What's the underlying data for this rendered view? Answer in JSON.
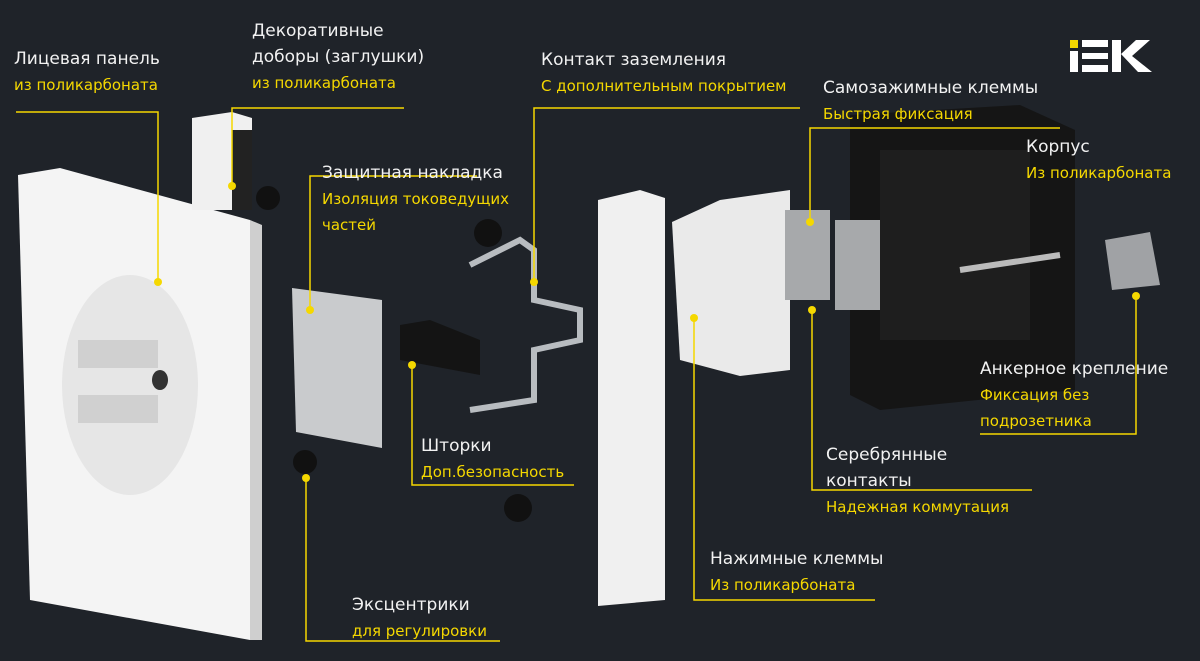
{
  "logo": {
    "text": "IEK",
    "accent": "#f5d800"
  },
  "colors": {
    "background": "#1f2329",
    "accent": "#f5d800",
    "text": "#f2f2f2"
  },
  "callouts": [
    {
      "title": "Лицевая панель",
      "subtitle": "из поликарбоната"
    },
    {
      "title": "Декоративные доборы (заглушки)",
      "title_line1": "Декоративные",
      "title_line2": "доборы (заглушки)",
      "subtitle": "из поликарбоната"
    },
    {
      "title": "Защитная накладка",
      "subtitle_line1": "Изоляция токоведущих",
      "subtitle_line2": "частей"
    },
    {
      "title": "Контакт заземления",
      "subtitle": "С дополнительным покрытием"
    },
    {
      "title": "Самозажимные клеммы",
      "subtitle": "Быстрая фиксация"
    },
    {
      "title": "Корпус",
      "subtitle": "Из поликарбоната"
    },
    {
      "title": "Анкерное крепление",
      "subtitle_line1": "Фиксация без",
      "subtitle_line2": "подрозетника"
    },
    {
      "title_line1": "Серебрянные",
      "title_line2": "контакты",
      "subtitle": "Надежная коммутация"
    },
    {
      "title": "Нажимные клеммы",
      "subtitle": "Из поликарбоната"
    },
    {
      "title": "Шторки",
      "subtitle": "Доп.безопасность"
    },
    {
      "title": "Эксцентрики",
      "subtitle": "для регулировки"
    }
  ]
}
